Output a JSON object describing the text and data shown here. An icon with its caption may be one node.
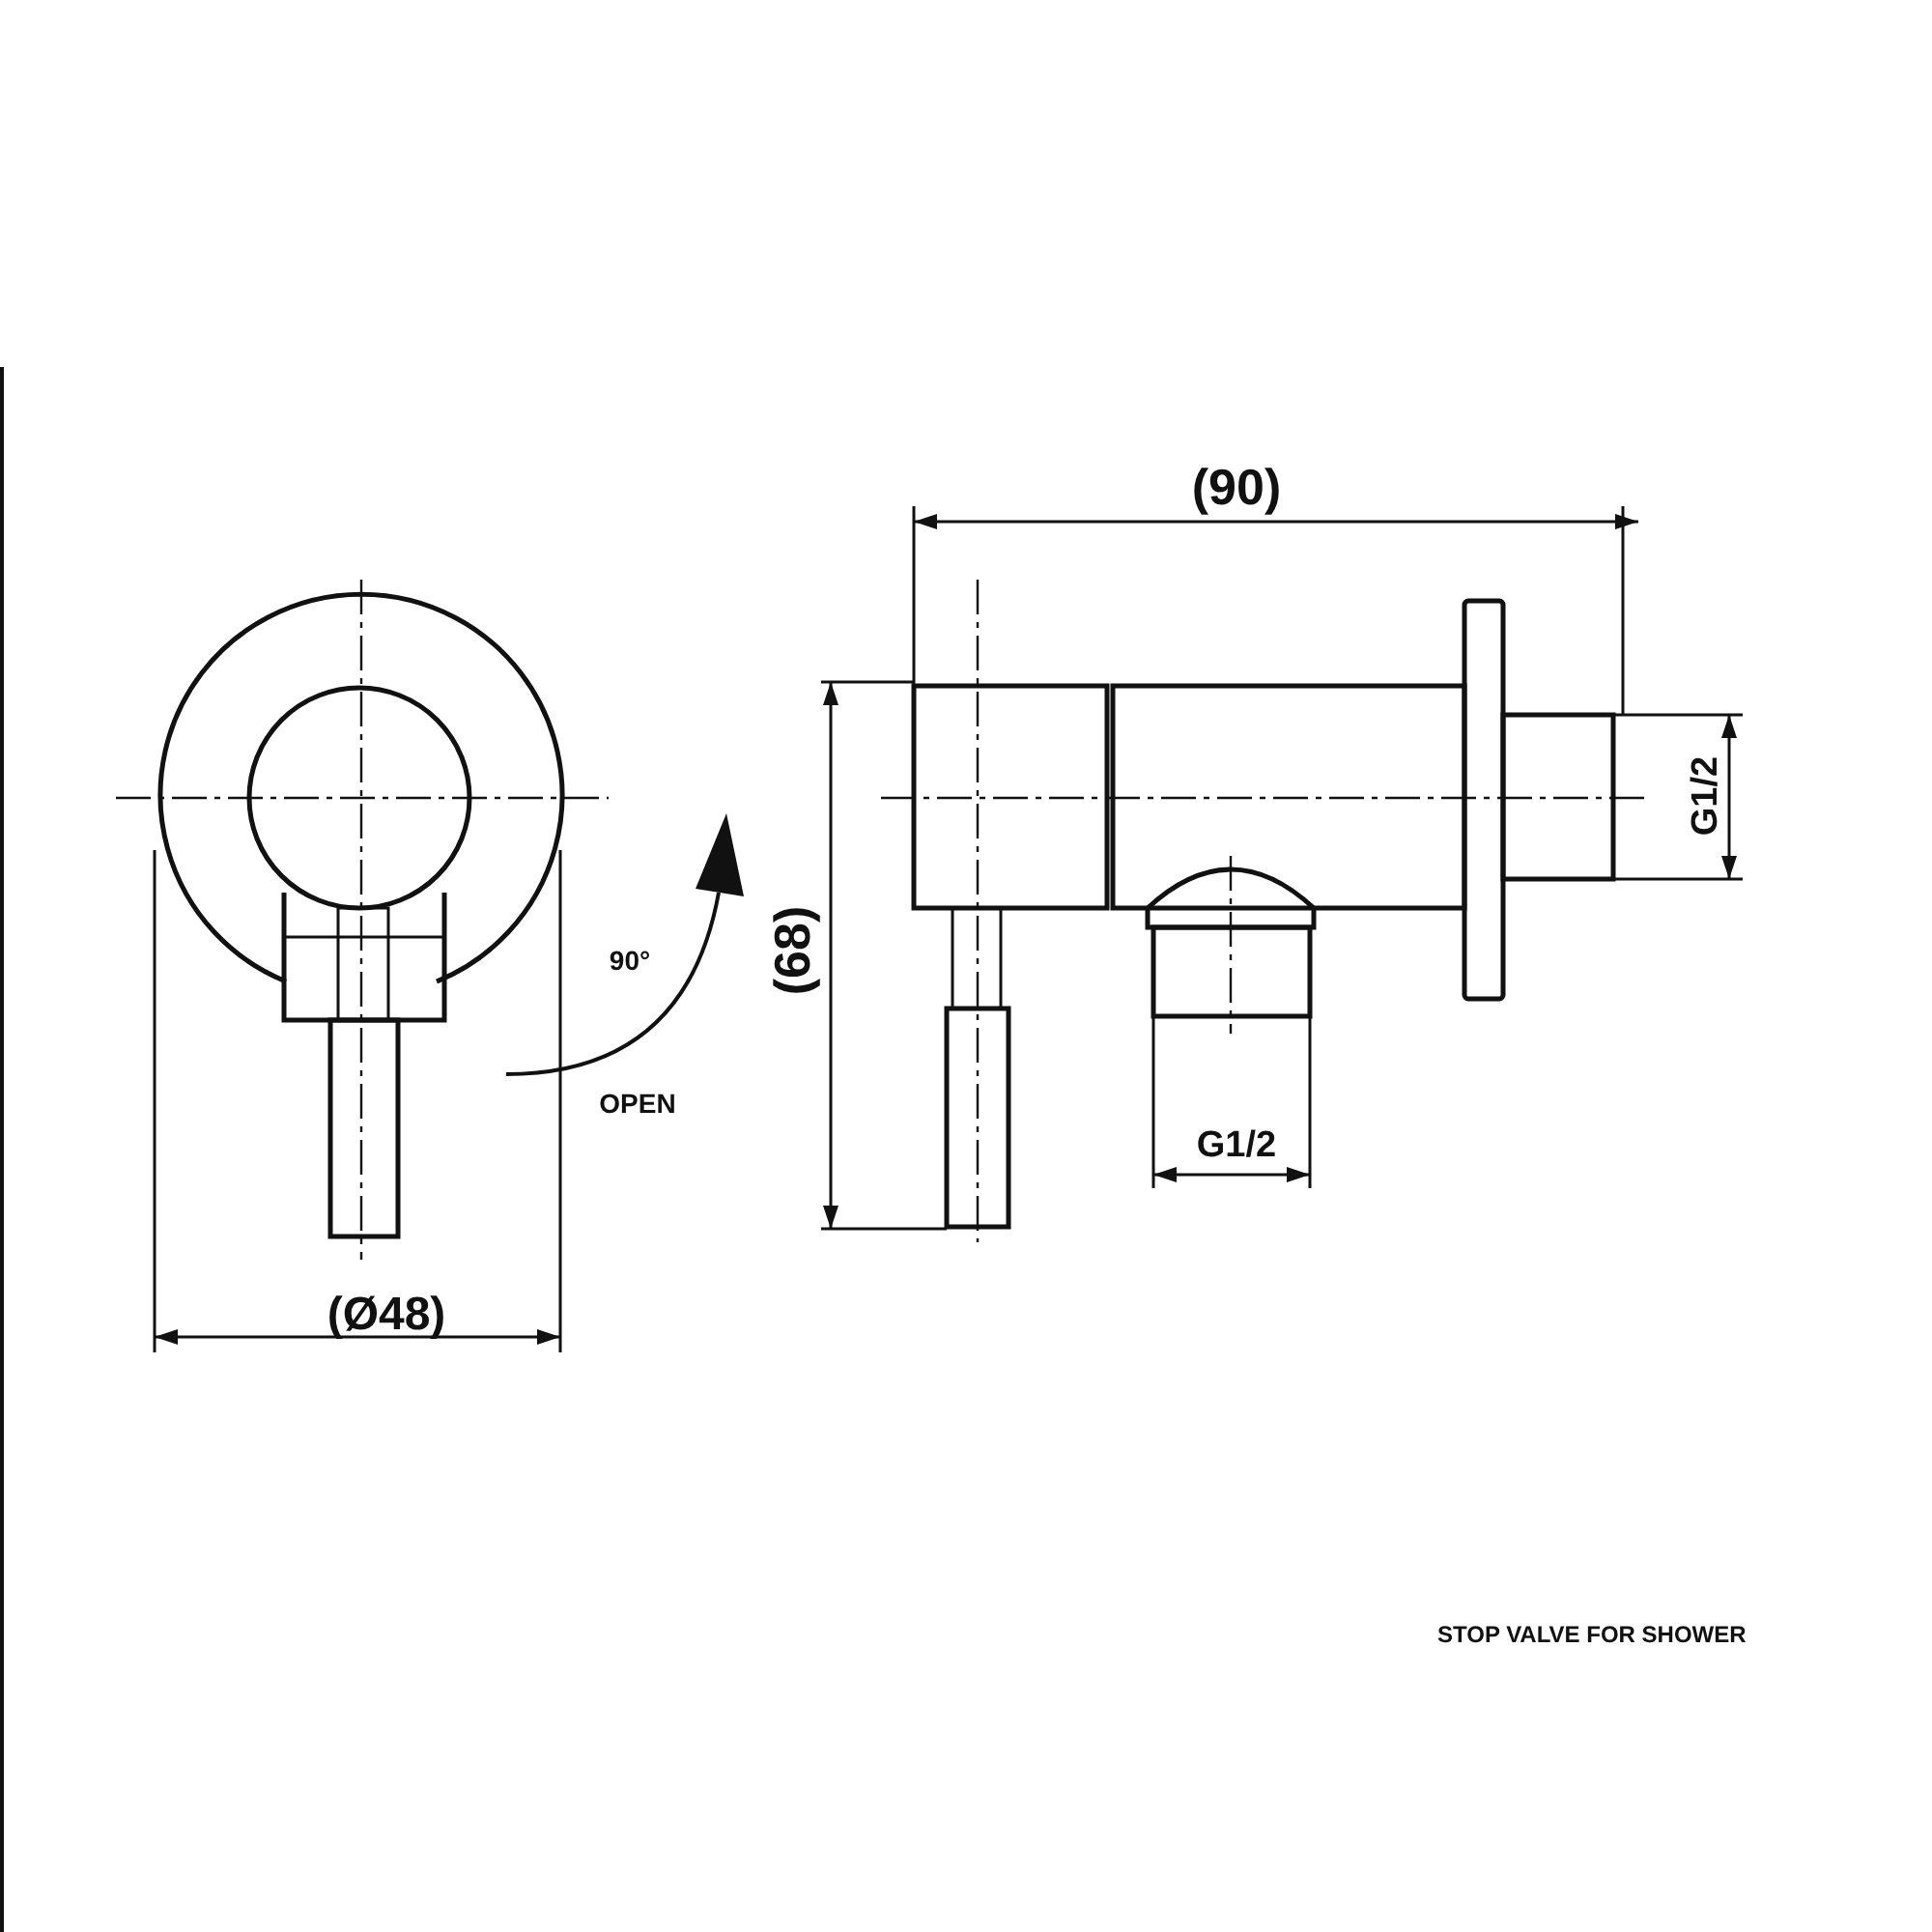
{
  "diagram": {
    "caption": "STOP VALVE FOR SHOWER",
    "labels": [
      "(90)",
      "G1/2",
      "90°",
      "(68)",
      "OPEN",
      "G1/2",
      "(Ø48)"
    ]
  }
}
